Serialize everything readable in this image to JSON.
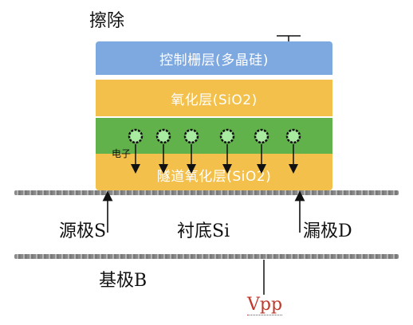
{
  "title": "擦除",
  "layers": {
    "control_gate": "控制栅层(多晶硅)",
    "oxide": "氧化层(SiO2)",
    "tunnel_oxide": "隧道氧化层(SiO2)"
  },
  "electron_label": "电子",
  "electron_count": 6,
  "terminals": {
    "source": "源极S",
    "substrate": "衬底Si",
    "drain": "漏极D",
    "base": "基极B",
    "vpp": "Vpp"
  },
  "colors": {
    "control_gate": "#7ea8e0",
    "oxide": "#f2c04b",
    "floating_gate": "#62b24c",
    "electron": "#a8eaa0",
    "vpp": "#c0392b"
  }
}
